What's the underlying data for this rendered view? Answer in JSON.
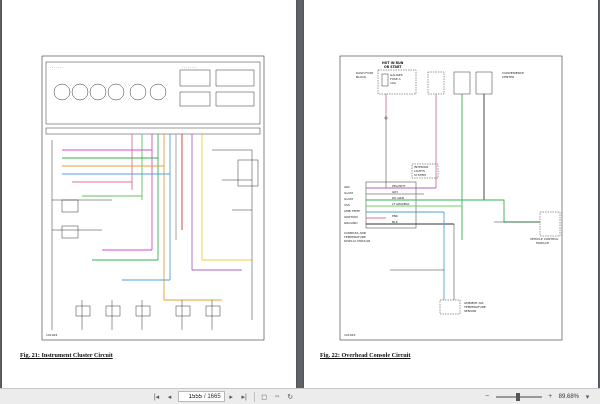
{
  "pages": {
    "left": {
      "caption": "Fig. 21: Instrument Cluster Circuit"
    },
    "right": {
      "caption": "Fig. 22: Overhead Console Circuit",
      "labels": {
        "hot_in_run": "HOT IN RUN",
        "or_start": "OR START",
        "dash_fuse_block": "DASH FUSE",
        "block": "BLOCK",
        "gauges_fuse": "GAUGES",
        "fuse_a": "FUSE A",
        "amp": "10A",
        "convenience_center": "CONVENIENCE",
        "center": "CENTER",
        "interior_lights": "INTERIOR",
        "lights_system": "LIGHTS",
        "system": "SYSTEM",
        "compass_module": "COMPASS AND",
        "temperature": "TEMPERATURE",
        "display_module": "DISPLAY MODULE",
        "ambient_sensor": "AMBIENT AIR",
        "temp_sensor": "TEMPERATURE",
        "sensor": "SENSOR",
        "vehicle_control": "VEHICLE CONTROL",
        "module": "MODULE",
        "pin_ign": "IGN",
        "pin_illum": "ILLUM",
        "pin_illum2": "ILLUM",
        "pin_vss": "VSS",
        "pin_amb": "AMB TEMP",
        "pin_ignition": "IGNITION",
        "pin_ground": "GROUND",
        "wire_ppl": "PPL/WHT",
        "wire_gry": "GRY",
        "wire_dkgrn": "DK GRN",
        "wire_ltgrn": "LT GRN/BLK",
        "wire_pnk": "PNK",
        "wire_blk": "BLK",
        "ref_code": "101923"
      }
    }
  },
  "toolbar": {
    "current_page": "1555",
    "total_pages": "/ 1665",
    "zoom": "89.68%"
  }
}
